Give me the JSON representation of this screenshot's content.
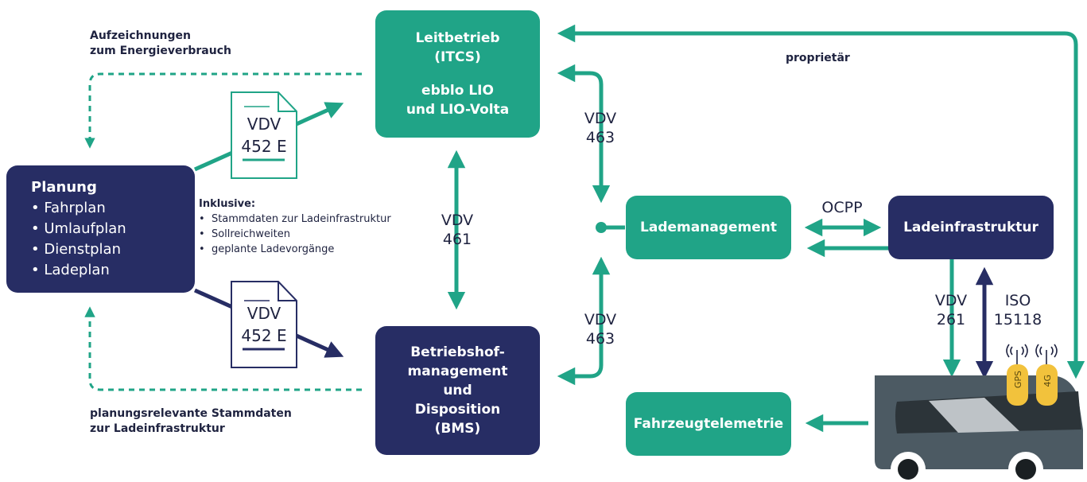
{
  "colors": {
    "green": "#20a487",
    "navy": "#272d64",
    "bus": "#4c5a63",
    "badge": "#f2c23c"
  },
  "boxes": {
    "itcs": {
      "lines": [
        "Leitbetrieb",
        "(ITCS)",
        "",
        "ebblo LIO",
        "und LIO-Volta"
      ]
    },
    "bms": {
      "lines": [
        "Betriebshof-",
        "management",
        "und",
        "Disposition",
        "(BMS)"
      ]
    },
    "lademanagement": {
      "label": "Lademanagement"
    },
    "ladeinfrastruktur": {
      "label": "Ladeinfrastruktur"
    },
    "telemetrie": {
      "label": "Fahrzeugtelemetrie"
    },
    "planung": {
      "title": "Planung",
      "items": [
        "Fahrplan",
        "Umlaufplan",
        "Dienstplan",
        "Ladeplan"
      ]
    }
  },
  "documents": {
    "doc_top": {
      "line1": "VDV",
      "line2": "452 E"
    },
    "doc_bottom": {
      "line1": "VDV",
      "line2": "452 E"
    }
  },
  "notes": {
    "energy_records": {
      "line1": "Aufzeichnungen",
      "line2": "zum Energieverbrauch"
    },
    "master_data": {
      "line1": "planungsrelevante Stammdaten",
      "line2": "zur Ladeinfrastruktur"
    },
    "inclusive": {
      "title": "Inklusive:",
      "items": [
        "Stammdaten zur Ladeinfrastruktur",
        "Sollreichweiten",
        "geplante Ladevorgänge"
      ]
    },
    "proprietary": "proprietär"
  },
  "protocols": {
    "vdv461": {
      "line1": "VDV",
      "line2": "461"
    },
    "vdv463_top": {
      "line1": "VDV",
      "line2": "463"
    },
    "vdv463_bottom": {
      "line1": "VDV",
      "line2": "463"
    },
    "ocpp": "OCPP",
    "vdv261": {
      "line1": "VDV",
      "line2": "261"
    },
    "iso15118": {
      "line1": "ISO",
      "line2": "15118"
    }
  },
  "bus": {
    "badge_gps": "GPS",
    "badge_4g": "4G"
  }
}
